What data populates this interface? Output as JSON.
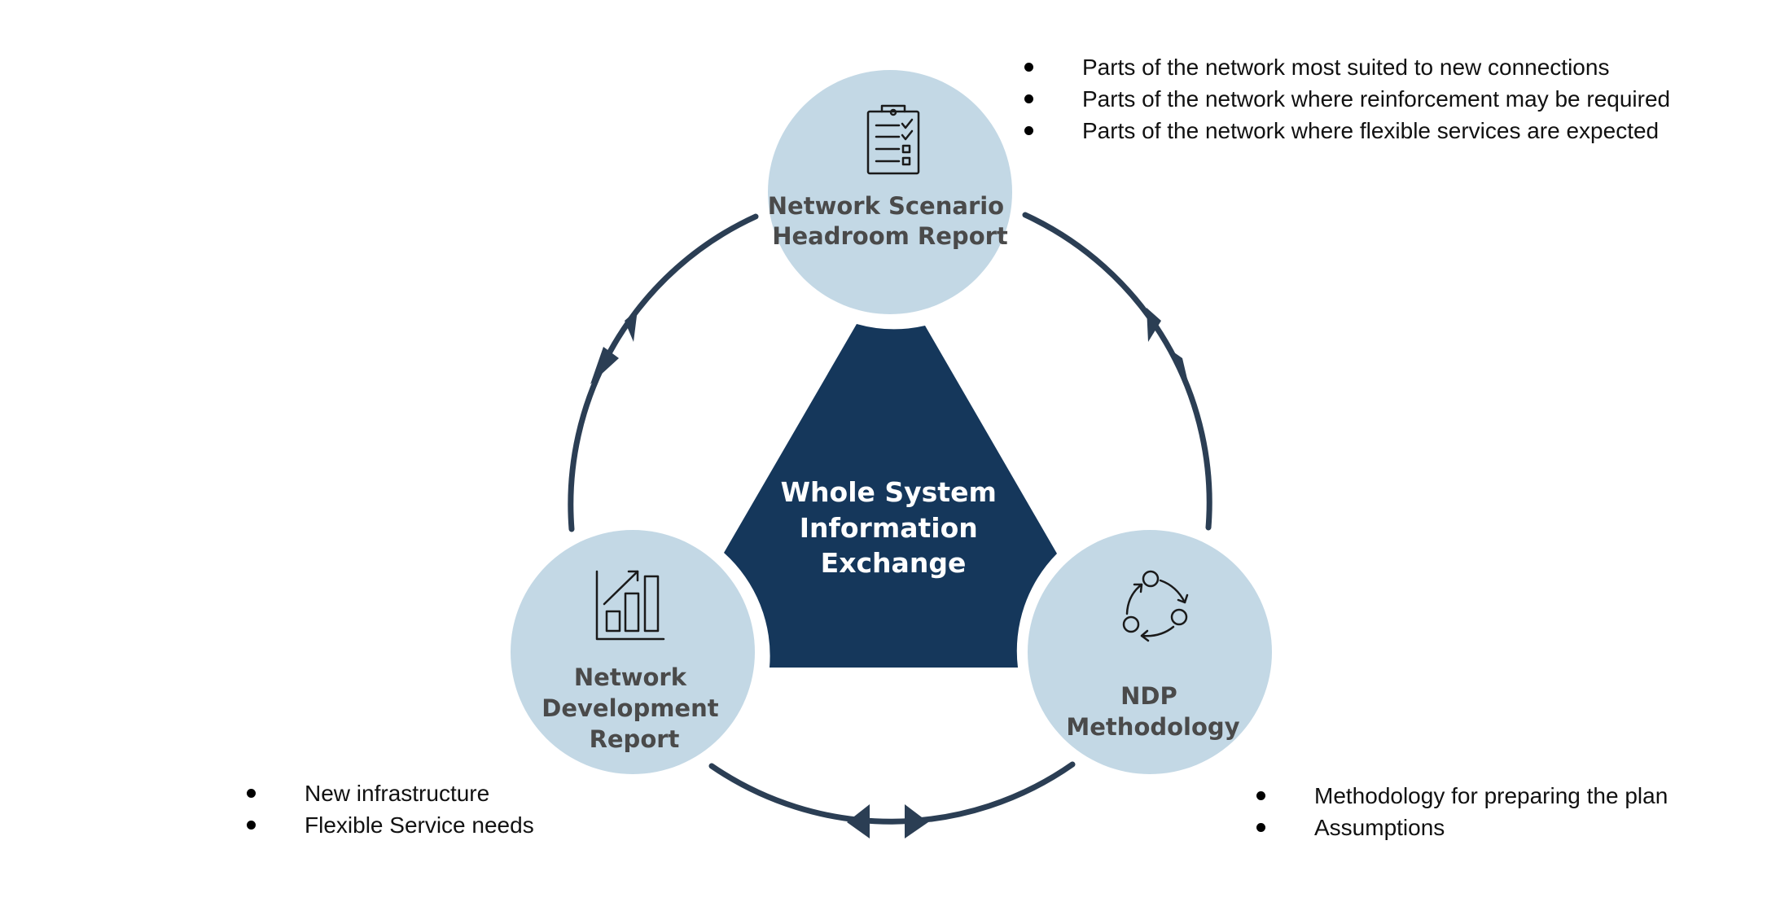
{
  "center": {
    "lines": [
      "Whole System",
      "Information",
      "Exchange"
    ]
  },
  "nodes": {
    "top": {
      "lines": [
        "Network Scenario",
        "Headroom Report"
      ],
      "icon": "clipboard-checklist-icon"
    },
    "left": {
      "lines": [
        "Network",
        "Development",
        "Report"
      ],
      "icon": "bar-chart-growth-icon"
    },
    "right": {
      "lines": [
        "NDP",
        "Methodology"
      ],
      "icon": "cycle-icon"
    }
  },
  "bullets": {
    "top": [
      "Parts of the network most suited to new connections",
      "Parts of the network where reinforcement may be required",
      "Parts of the network where flexible services are expected"
    ],
    "left": [
      "New infrastructure",
      "Flexible Service needs"
    ],
    "right": [
      "Methodology for preparing the plan",
      "Assumptions"
    ]
  },
  "colors": {
    "node_fill": "#c3d8e5",
    "center_fill": "#15375b",
    "arrow": "#2b3e54",
    "node_text": "#4a4a4a"
  }
}
